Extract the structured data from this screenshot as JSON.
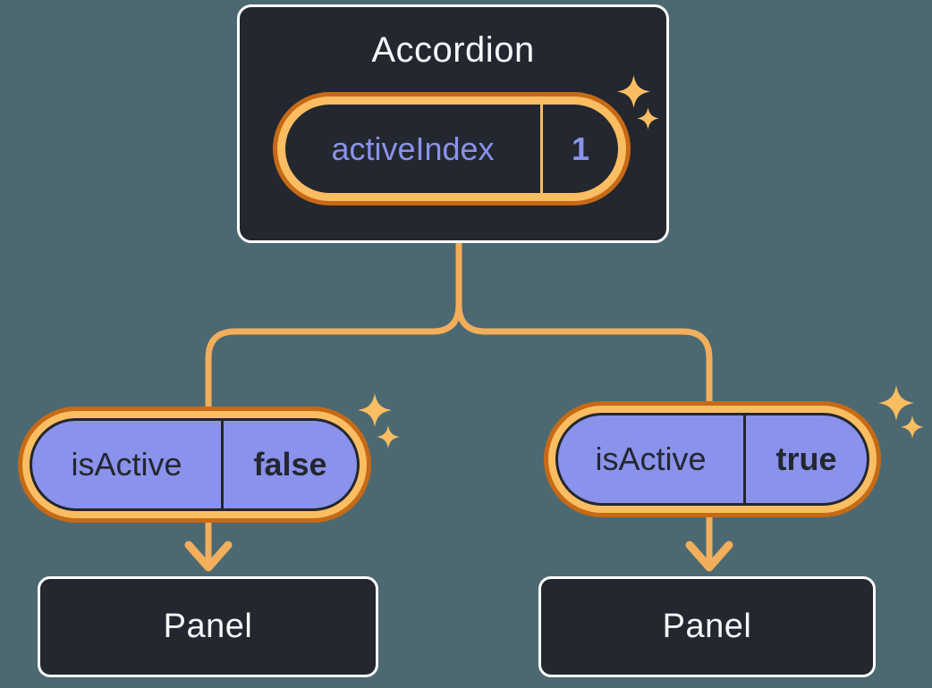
{
  "colors": {
    "background": "#4C6971",
    "node_fill": "#23272F",
    "node_border": "#FFFFFF",
    "node_text": "#F6F7F9",
    "purple": "#8A92EB",
    "orange_dark": "#C76A15",
    "orange_light": "#FABD62",
    "connector": "#F3AE5B",
    "dark_text": "#23272F"
  },
  "root": {
    "title": "Accordion",
    "state": {
      "label": "activeIndex",
      "value": "1"
    }
  },
  "children": [
    {
      "prop": {
        "label": "isActive",
        "value": "false"
      },
      "panel": {
        "title": "Panel"
      }
    },
    {
      "prop": {
        "label": "isActive",
        "value": "true"
      },
      "panel": {
        "title": "Panel"
      }
    }
  ]
}
